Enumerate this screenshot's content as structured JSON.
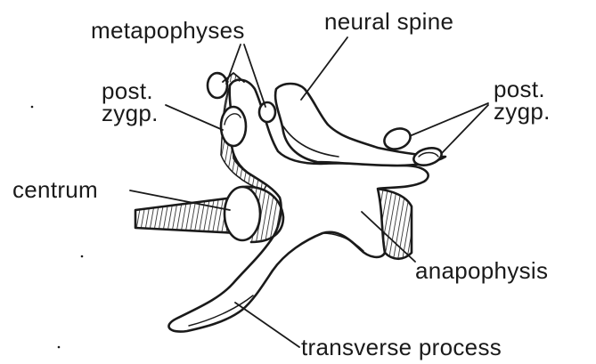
{
  "labels": {
    "metapophyses": "metapophyses",
    "neural_spine": "neural spine",
    "post_zygp_left": {
      "line1": "post.",
      "line2": "zygp."
    },
    "post_zygp_right": {
      "line1": "post.",
      "line2": "zygp."
    },
    "centrum": "centrum",
    "anapophysis": "anapophysis",
    "transverse_process": "transverse process"
  },
  "colors": {
    "ink": "#1a1a1a",
    "paper": "#ffffff"
  }
}
